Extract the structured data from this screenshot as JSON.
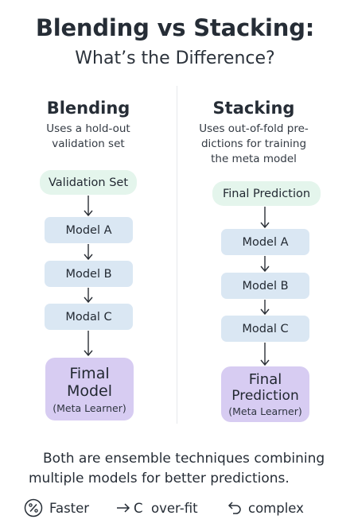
{
  "title": "Blending vs Stacking:",
  "subtitle": "What’s the Difference?",
  "blending": {
    "heading": "Blending",
    "desc_line1": "Uses a hold-out",
    "desc_line2": "validation set",
    "node1": "Validation Set",
    "node2": "Model A",
    "node3": "Model B",
    "node4": "Modal C",
    "final_line1": "Fimal",
    "final_line2": "Model",
    "final_sub": "(Meta Learner)"
  },
  "stacking": {
    "heading": "Stacking",
    "desc_line1": "Uses out-of-fold pre-",
    "desc_line2": "dictions for training",
    "desc_line3": "the meta model",
    "node1": "Final Prediction",
    "node2": "Model A",
    "node3": "Model B",
    "node4": "Modal C",
    "final_line1": "Final",
    "final_line2": "Prediction",
    "final_sub": "(Meta Learner)"
  },
  "footer": {
    "line1": "Both are ensemble techniques combining",
    "line2": "multiple models for better predictions."
  },
  "legend": {
    "item1": "Faster",
    "item2": "C  over-fit",
    "item3": "complex",
    "icon1": "percent-circle-icon",
    "icon2": "arrow-right-icon",
    "icon3": "undo-arrow-icon"
  },
  "colors": {
    "green_node": "#e4f5ec",
    "blue_node": "#dae7f3",
    "purple_node": "#d7ccf2"
  }
}
